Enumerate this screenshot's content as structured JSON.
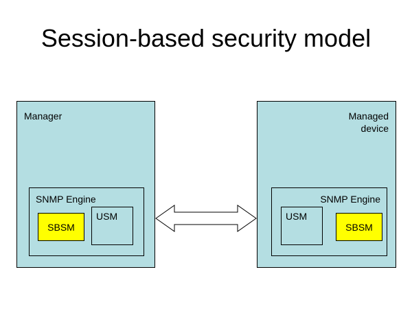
{
  "slide": {
    "title": "Session-based security model",
    "background_color": "#ffffff"
  },
  "colors": {
    "entity_fill": "#b4dee2",
    "highlight_fill": "#ffff00",
    "outline": "#000000",
    "arrow_fill": "#ffffff"
  },
  "diagram": {
    "type": "block-diagram",
    "entities": [
      {
        "id": "manager",
        "label": "Manager",
        "label_align": "left",
        "engine": {
          "label": "SNMP Engine",
          "label_align": "left",
          "modules": [
            {
              "id": "sbsm-left",
              "label": "SBSM",
              "highlighted": true,
              "position": "left"
            },
            {
              "id": "usm-left",
              "label": "USM",
              "highlighted": false,
              "position": "right"
            }
          ]
        }
      },
      {
        "id": "managed-device",
        "label": "Managed\ndevice",
        "label_align": "right",
        "engine": {
          "label": "SNMP Engine",
          "label_align": "right",
          "modules": [
            {
              "id": "usm-right",
              "label": "USM",
              "highlighted": false,
              "position": "left"
            },
            {
              "id": "sbsm-right",
              "label": "SBSM",
              "highlighted": true,
              "position": "right"
            }
          ]
        }
      }
    ],
    "connector": {
      "name": "bidirectional-arrow",
      "from": "manager",
      "to": "managed-device",
      "heads": "both"
    }
  }
}
